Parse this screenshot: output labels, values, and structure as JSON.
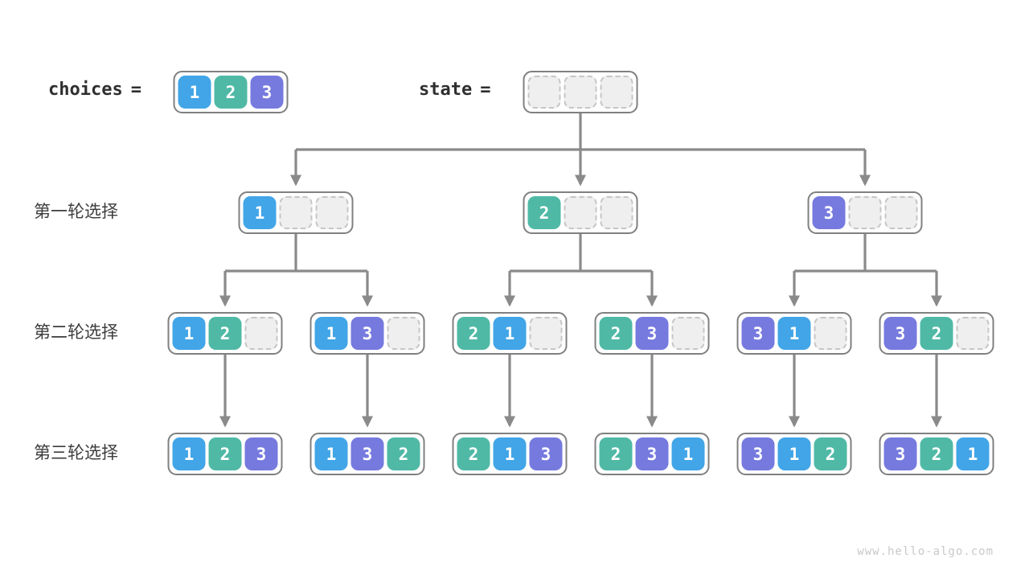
{
  "colors": {
    "cell_1": "#41a5e7",
    "cell_2": "#4fb9a6",
    "cell_3": "#767ade",
    "empty_fill": "#efefef",
    "empty_border": "#c6c6c6",
    "box_border": "#808080",
    "arrow": "#8a8a8a",
    "label_text": "#3d3d3d",
    "header_text": "#2f2f2f",
    "watermark_text": "#c9c9c9"
  },
  "header": {
    "choices_label": "choices",
    "choices_equals": "=",
    "choices_cells": [
      "1",
      "2",
      "3"
    ],
    "state_label": "state",
    "state_equals": "=",
    "state_cells": [
      "",
      "",
      ""
    ]
  },
  "rows": [
    {
      "label": "第一轮选择",
      "boxes": [
        [
          "1",
          "",
          ""
        ],
        [
          "2",
          "",
          ""
        ],
        [
          "3",
          "",
          ""
        ]
      ]
    },
    {
      "label": "第二轮选择",
      "boxes": [
        [
          "1",
          "2",
          ""
        ],
        [
          "1",
          "3",
          ""
        ],
        [
          "2",
          "1",
          ""
        ],
        [
          "2",
          "3",
          ""
        ],
        [
          "3",
          "1",
          ""
        ],
        [
          "3",
          "2",
          ""
        ]
      ]
    },
    {
      "label": "第三轮选择",
      "boxes": [
        [
          "1",
          "2",
          "3"
        ],
        [
          "1",
          "3",
          "2"
        ],
        [
          "2",
          "1",
          "3"
        ],
        [
          "2",
          "3",
          "1"
        ],
        [
          "3",
          "1",
          "2"
        ],
        [
          "3",
          "2",
          "1"
        ]
      ]
    }
  ],
  "watermark": "www.hello-algo.com"
}
